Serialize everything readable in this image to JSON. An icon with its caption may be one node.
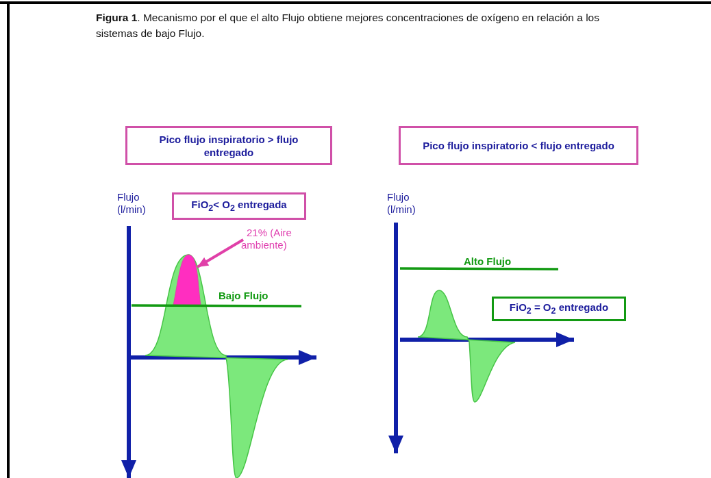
{
  "diagram": {
    "title": "**Figura 1**. Mecanismo por el que el alto Flujo obtiene mejores concentraciones de oxígeno en relación a los sistemas de bajo Flujo.",
    "nodes": [
      {
        "text": [
          "Pico flujo inspiratorio  > flujo entregado"
        ]
      },
      {
        "text": [
          "FiO$_{2}$< O$_{2}$ entregada"
        ]
      },
      {
        "text": [
          "21% (Aire ambiente)"
        ]
      },
      {
        "text": [],
        "shape": "area"
      },
      {
        "text": [
          "Pico flujo inspiratorio  < flujo entregado"
        ]
      },
      {
        "text": [
          "FiO$_{2}$ = O$_{2}$ entregado"
        ]
      }
    ],
    "edges": [
      {
        "from": 2,
        "to": 3,
        "arrow": "to"
      }
    ],
    "labels": [
      "Flujo (l/min)",
      "Bajo Flujo",
      "Flujo (l/min)",
      "Alto Flujo"
    ]
  }
}
